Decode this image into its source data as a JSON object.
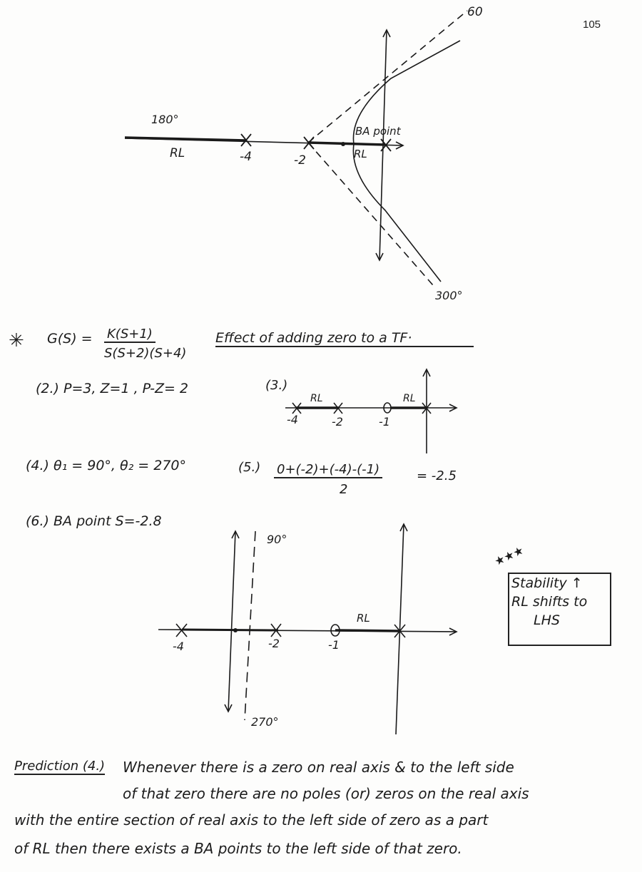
{
  "page_number": "105",
  "diagram1": {
    "angle_top": "60",
    "angle_left": "180°",
    "angle_bottom": "300°",
    "label_rl_left": "RL",
    "label_rl_right": "RL",
    "pole_labels": [
      "-4",
      "-2"
    ],
    "ba_point_label": "BA point"
  },
  "section": {
    "star": "✳",
    "tf_lhs": "G(S) =",
    "tf_num": "K(S+1)",
    "tf_den": "S(S+2)(S+4)",
    "title": "Effect of adding zero to a TF·"
  },
  "steps": {
    "s2": "(2.) P=3,  Z=1 ,  P-Z= 2",
    "s3_label": "(3.)",
    "s3_rl1": "RL",
    "s3_rl2": "RL",
    "s3_ticks": [
      "-4",
      "-2",
      "-1"
    ],
    "s4": "(4.)  θ₁ = 90°,  θ₂ = 270°",
    "s5_label": "(5.)",
    "s5_num": "0+(-2)+(-4)-(-1)",
    "s5_den": "2",
    "s5_result": "= -2.5",
    "s6": "(6.)  BA point  S=-2.8"
  },
  "diagram2": {
    "angle_top": "90°",
    "angle_bottom": "270°",
    "rl_label": "RL",
    "ticks": [
      "-4",
      "-2",
      "-1"
    ]
  },
  "note_box": {
    "stars": "★★★",
    "line1": "Stability ↑",
    "line2": "RL shifts to",
    "line3": "LHS"
  },
  "prediction": {
    "heading": "Prediction (4.)",
    "line1": "Whenever there is a zero on real axis & to the left side",
    "line2": "of that zero there are no poles (or) zeros on the real axis",
    "line3": "with the entire section of real axis to the left side of zero as a part",
    "line4": "of RL then there exists a BA points to the left side of that zero."
  }
}
